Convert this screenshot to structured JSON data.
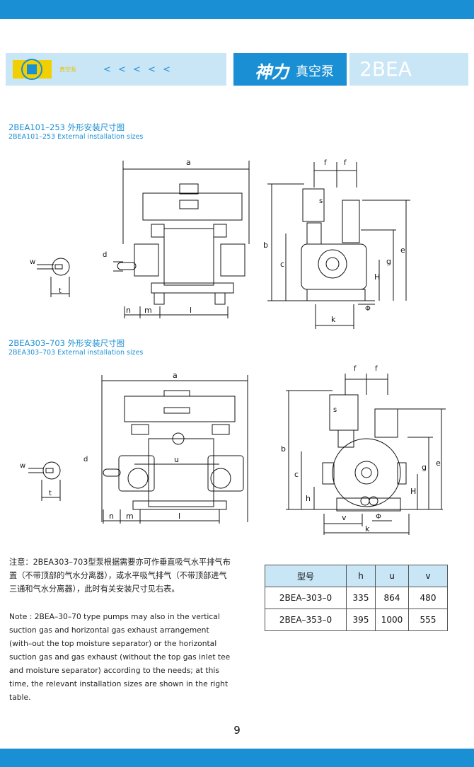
{
  "header": {
    "logo_sub": "真空泵",
    "chevrons": "< < < < <",
    "brand": "神力",
    "brand_sub": "真空泵",
    "model": "2BEA"
  },
  "section1": {
    "title": "2BEA101–253 外形安装尺寸图",
    "subtitle": "2BEA101–253 External installation sizes"
  },
  "section2": {
    "title": "2BEA303–703 外形安装尺寸图",
    "subtitle": "2BEA303–703 External installation sizes"
  },
  "dims": {
    "a": "a",
    "b": "b",
    "c": "c",
    "d": "d",
    "e": "e",
    "f": "f",
    "g": "g",
    "h": "h",
    "H": "H",
    "k": "k",
    "l": "l",
    "m": "m",
    "n": "n",
    "s": "s",
    "t": "t",
    "u": "u",
    "v": "v",
    "w": "w",
    "phi": "Φ"
  },
  "note": {
    "cn": "注意：2BEA303–703型泵根据需要亦可作垂直吸气水平排气布置（不带顶部的气水分离器），或水平吸气排气（不带顶部进气三通和气水分离器），此时有关安装尺寸见右表。",
    "en": "Note : 2BEA–30–70 type pumps may also in the vertical suction gas and horizontal gas exhaust arrangement (with–out the top moisture separator) or the horizontal suction gas and gas exhaust (without the top gas inlet tee and moisture separator) according to the needs; at this time, the relevant installation sizes are shown in the right table."
  },
  "table": {
    "headers": [
      "型号",
      "h",
      "u",
      "v"
    ],
    "rows": [
      [
        "2BEA–303–0",
        "335",
        "864",
        "480"
      ],
      [
        "2BEA–353–0",
        "395",
        "1000",
        "555"
      ]
    ]
  },
  "page_number": "9",
  "colors": {
    "accent": "#1a8fd3",
    "light": "#c9e6f6",
    "logo_yellow": "#f2cf00"
  }
}
